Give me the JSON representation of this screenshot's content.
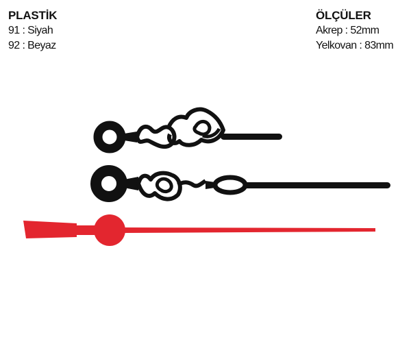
{
  "material": {
    "heading": "PLASTİK",
    "options": [
      "91 : Siyah",
      "92 : Beyaz"
    ]
  },
  "dimensions": {
    "heading": "ÖLÇÜLER",
    "lines": [
      "Akrep : 52mm",
      "Yelkovan : 83mm"
    ]
  },
  "colors": {
    "hour_hand": "#111111",
    "minute_hand": "#111111",
    "second_hand": "#e3262f",
    "background": "#ffffff"
  },
  "icons": {
    "hour_hand": "ornate-hour-hand",
    "minute_hand": "ornate-minute-hand",
    "second_hand": "second-hand"
  }
}
